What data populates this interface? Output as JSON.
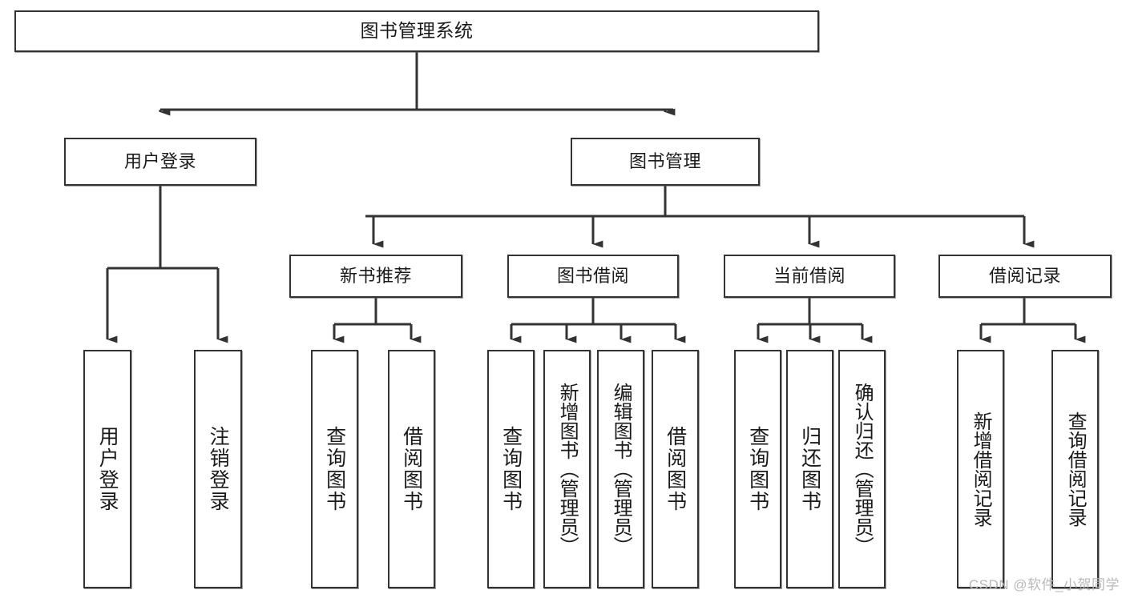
{
  "diagram": {
    "title": "图书管理系统",
    "stroke_color": "#333333",
    "fill_color": "#ffffff",
    "text_color": "#1a1a1a",
    "watermark": "CSDN @软件_小贺同学"
  },
  "nodes": {
    "root": {
      "label": "图书管理系统"
    },
    "level1": [
      {
        "id": "user-login",
        "label": "用户登录"
      },
      {
        "id": "book-manage",
        "label": "图书管理"
      }
    ],
    "level2": [
      {
        "id": "new-book-rec",
        "label": "新书推荐"
      },
      {
        "id": "book-borrow",
        "label": "图书借阅"
      },
      {
        "id": "current-borrow",
        "label": "当前借阅"
      },
      {
        "id": "borrow-record",
        "label": "借阅记录"
      }
    ],
    "leaves": {
      "user_login": [
        {
          "id": "leaf-user-login",
          "label": "用户登录"
        },
        {
          "id": "leaf-logout-login",
          "label": "注销登录"
        }
      ],
      "new_book_rec": [
        {
          "id": "leaf-query-book-1",
          "label": "查询图书"
        },
        {
          "id": "leaf-borrow-book-1",
          "label": "借阅图书"
        }
      ],
      "book_borrow": [
        {
          "id": "leaf-query-book-2",
          "label": "查询图书"
        },
        {
          "id": "leaf-add-book",
          "label": "新增图书（管理员）"
        },
        {
          "id": "leaf-edit-book",
          "label": "编辑图书（管理员）"
        },
        {
          "id": "leaf-borrow-book-2",
          "label": "借阅图书"
        }
      ],
      "current_borrow": [
        {
          "id": "leaf-query-book-3",
          "label": "查询图书"
        },
        {
          "id": "leaf-return-book",
          "label": "归还图书"
        },
        {
          "id": "leaf-confirm-return",
          "label": "确认归还（管理员）"
        }
      ],
      "borrow_record": [
        {
          "id": "leaf-add-record",
          "label": "新增借阅记录"
        },
        {
          "id": "leaf-query-record",
          "label": "查询借阅记录"
        }
      ]
    }
  }
}
